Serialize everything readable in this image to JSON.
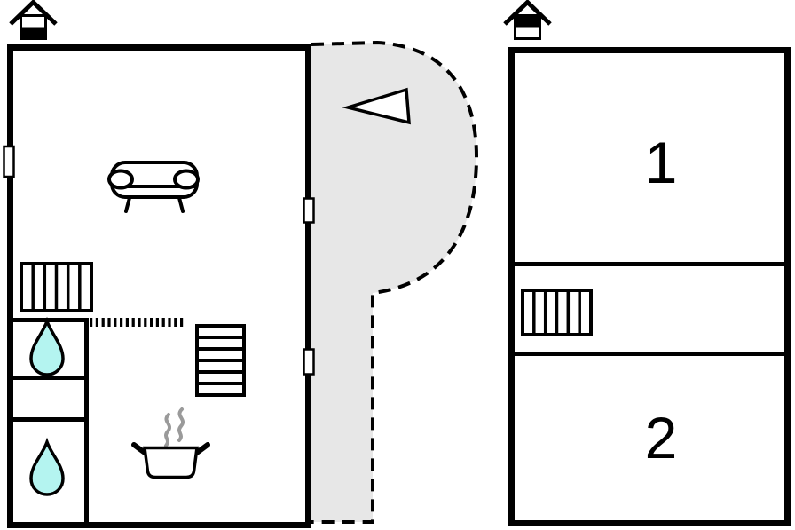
{
  "page": {
    "title": "floor-plan",
    "background": "#ffffff"
  },
  "colors": {
    "line": "#000000",
    "terrace_fill": "#e7e7e7",
    "water_fill": "#b4f4f0",
    "steam": "#9a9a9a",
    "fixture_fill": "#ffffff"
  },
  "ground_floor": {
    "indicator_icon": "house-ground-floor-icon",
    "terrace_outline_style": "dashed",
    "icons": [
      "sofa-icon",
      "stairs-icon",
      "kitchen-steps-icon",
      "water-drop-icon",
      "water-drop-icon",
      "stove-pot-icon",
      "steam-icon",
      "window-icon",
      "window-icon",
      "window-icon",
      "entrance-arrow-icon",
      "dotted-partition"
    ]
  },
  "upper_floor": {
    "indicator_icon": "house-upper-floor-icon",
    "icons": [
      "stairs-icon"
    ],
    "rooms": [
      {
        "label": "1"
      },
      {
        "label": "2"
      }
    ]
  }
}
